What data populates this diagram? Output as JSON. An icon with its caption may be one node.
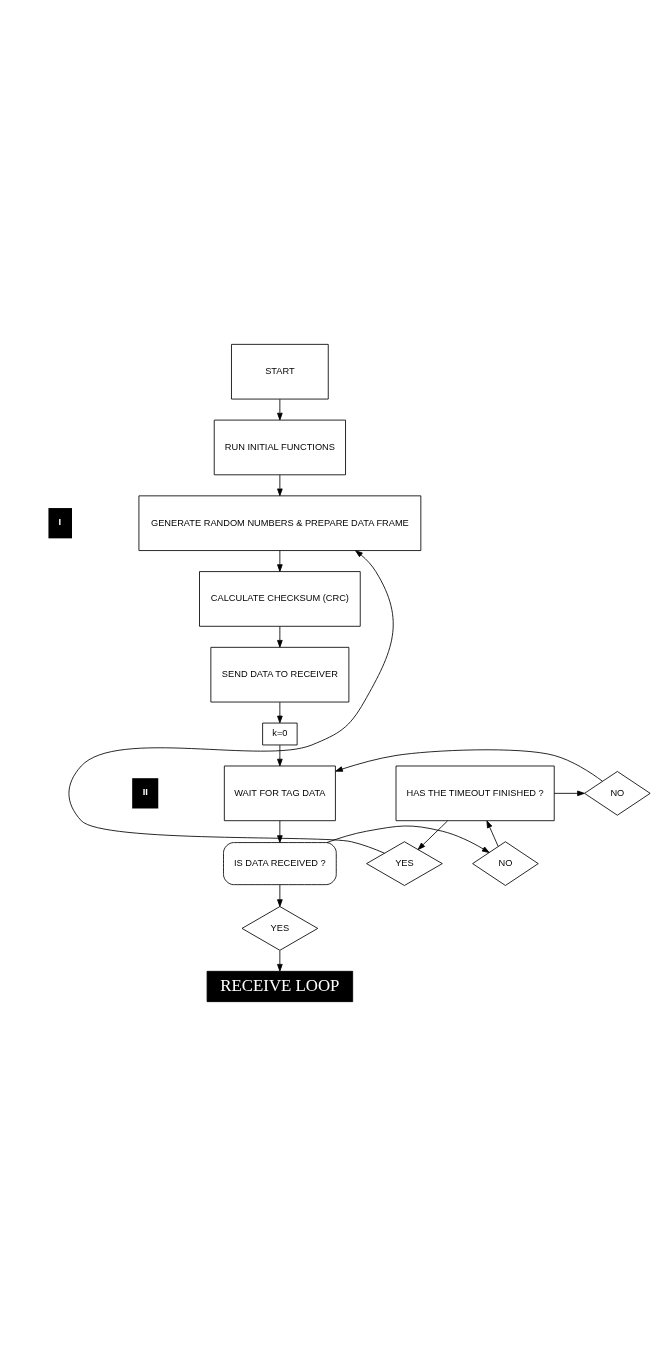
{
  "diagram": {
    "nodes": [
      {
        "text": [
          "START"
        ]
      },
      {
        "text": [
          "RUN INITIAL FUNCTIONS"
        ]
      },
      {
        "text": [
          "GENERATE RANDOM NUMBERS & PREPARE DATA FRAME"
        ]
      },
      {
        "text": [
          "CALCULATE CHECKSUM (CRC)"
        ]
      },
      {
        "text": [
          "SEND DATA TO RECEIVER"
        ]
      },
      {
        "text": [
          "k=0"
        ]
      },
      {
        "text": [
          "WAIT FOR TAG DATA"
        ]
      },
      {
        "text": [
          "IS DATA RECEIVED ?"
        ]
      },
      {
        "text": [
          "NO"
        ]
      },
      {
        "text": [
          "HAS THE TIMEOUT FINISHED ?"
        ]
      },
      {
        "text": [
          "YES"
        ]
      },
      {
        "text": [
          "NO"
        ]
      },
      {
        "text": [
          "YES"
        ]
      },
      {
        "text": [
          "RECEIVE LOOP"
        ]
      }
    ],
    "edges": [
      {
        "from": 0,
        "to": 1,
        "arrow": "to"
      },
      {
        "from": 1,
        "to": 2,
        "arrow": "to"
      },
      {
        "from": 2,
        "to": 3,
        "arrow": "to"
      },
      {
        "from": 3,
        "to": 4,
        "arrow": "to"
      },
      {
        "from": 4,
        "to": 5,
        "arrow": "to"
      },
      {
        "from": 5,
        "to": 6,
        "arrow": "to"
      },
      {
        "from": 6,
        "to": 7,
        "arrow": "to"
      },
      {
        "from": 7,
        "to": 8,
        "arrow": "to"
      },
      {
        "from": 8,
        "to": 9,
        "arrow": "to"
      },
      {
        "from": 9,
        "to": 10,
        "arrow": "to"
      },
      {
        "from": 10,
        "to": 2,
        "arrow": "to"
      },
      {
        "from": 9,
        "to": 11,
        "arrow": "to"
      },
      {
        "from": 11,
        "to": 6,
        "arrow": "to"
      },
      {
        "from": 7,
        "to": 12,
        "arrow": "to"
      },
      {
        "from": 12,
        "to": 13,
        "arrow": "to"
      }
    ],
    "labels": [
      "I",
      "II"
    ]
  }
}
